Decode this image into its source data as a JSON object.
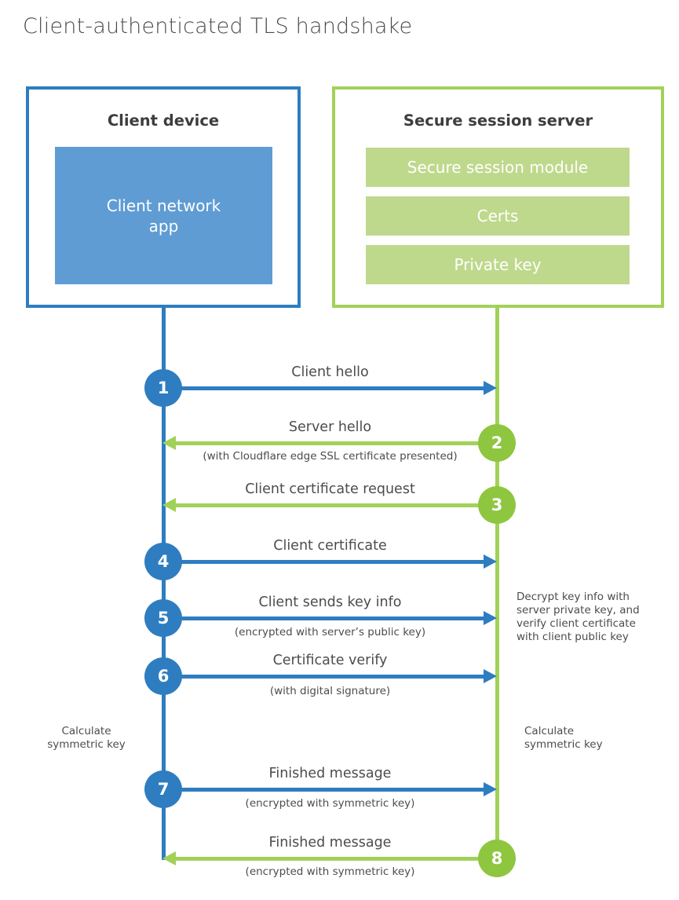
{
  "title": "Client-authenticated TLS handshake",
  "colors": {
    "blue_line": "#2e7dc0",
    "blue_fill": "#5f9cd4",
    "green_line": "#a2d158",
    "green_circle": "#8ec640",
    "green_fill": "#bed98c",
    "text": "#4c4c4c"
  },
  "client": {
    "title": "Client device",
    "app_label": "Client network app"
  },
  "server": {
    "title": "Secure session server",
    "modules": [
      "Secure session module",
      "Certs",
      "Private key"
    ]
  },
  "steps": [
    {
      "number": "1",
      "label": "Client hello",
      "sublabel": "",
      "direction": "client-to-server"
    },
    {
      "number": "2",
      "label": "Server hello",
      "sublabel": "(with Cloudflare edge SSL certificate presented)",
      "direction": "server-to-client"
    },
    {
      "number": "3",
      "label": "Client certificate request",
      "sublabel": "",
      "direction": "server-to-client"
    },
    {
      "number": "4",
      "label": "Client certificate",
      "sublabel": "",
      "direction": "client-to-server"
    },
    {
      "number": "5",
      "label": "Client sends key info",
      "sublabel": "(encrypted with server’s public key)",
      "direction": "client-to-server"
    },
    {
      "number": "6",
      "label": "Certificate verify",
      "sublabel": "(with digital signature)",
      "direction": "client-to-server"
    },
    {
      "number": "7",
      "label": "Finished message",
      "sublabel": "(encrypted with symmetric key)",
      "direction": "client-to-server"
    },
    {
      "number": "8",
      "label": "Finished message",
      "sublabel": "(encrypted with symmetric key)",
      "direction": "server-to-client"
    }
  ],
  "annotations": {
    "server_note": "Decrypt key info with server private key, and verify client certificate with client public key",
    "client_calc": "Calculate symmetric key",
    "server_calc": "Calculate symmetric key"
  }
}
